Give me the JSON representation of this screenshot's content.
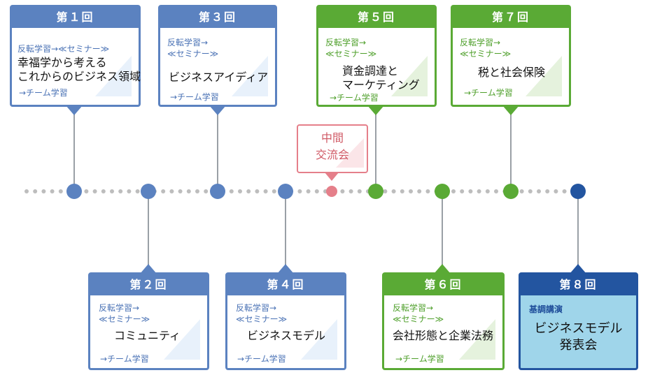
{
  "timeline": {
    "sessions": [
      {
        "label": "第１回",
        "sub": "反転学習→≪セミナー≫",
        "title": "幸福学から考える\nこれからのビジネス領域",
        "team": "→チーム学習"
      },
      {
        "label": "第２回",
        "sub": "反転学習→\n≪セミナー≫",
        "title": "コミュニティ",
        "team": "→チーム学習"
      },
      {
        "label": "第３回",
        "sub": "反転学習→\n≪セミナー≫",
        "title": "ビジネスアイディア",
        "team": "→チーム学習"
      },
      {
        "label": "第４回",
        "sub": "反転学習→\n≪セミナー≫",
        "title": "ビジネスモデル",
        "team": "→チーム学習"
      },
      {
        "label": "第５回",
        "sub": "反転学習→\n≪セミナー≫",
        "title": "資金調達と\nマーケティング",
        "team": "→チーム学習"
      },
      {
        "label": "第６回",
        "sub": "反転学習→\n≪セミナー≫",
        "title": "会社形態と企業法務",
        "team": "→チーム学習"
      },
      {
        "label": "第７回",
        "sub": "反転学習→\n≪セミナー≫",
        "title": "税と社会保険",
        "team": "→チーム学習"
      },
      {
        "label": "第８回",
        "sub": "基調講演",
        "title": "ビジネスモデル\n発表会",
        "team": ""
      }
    ],
    "midpoint": {
      "label": "中間\n交流会"
    }
  },
  "colors": {
    "blue": "#5b82c0",
    "green": "#5aaa35",
    "navy": "#2355a0",
    "pink": "#e57f8a",
    "dots": "#bdbdbd"
  }
}
